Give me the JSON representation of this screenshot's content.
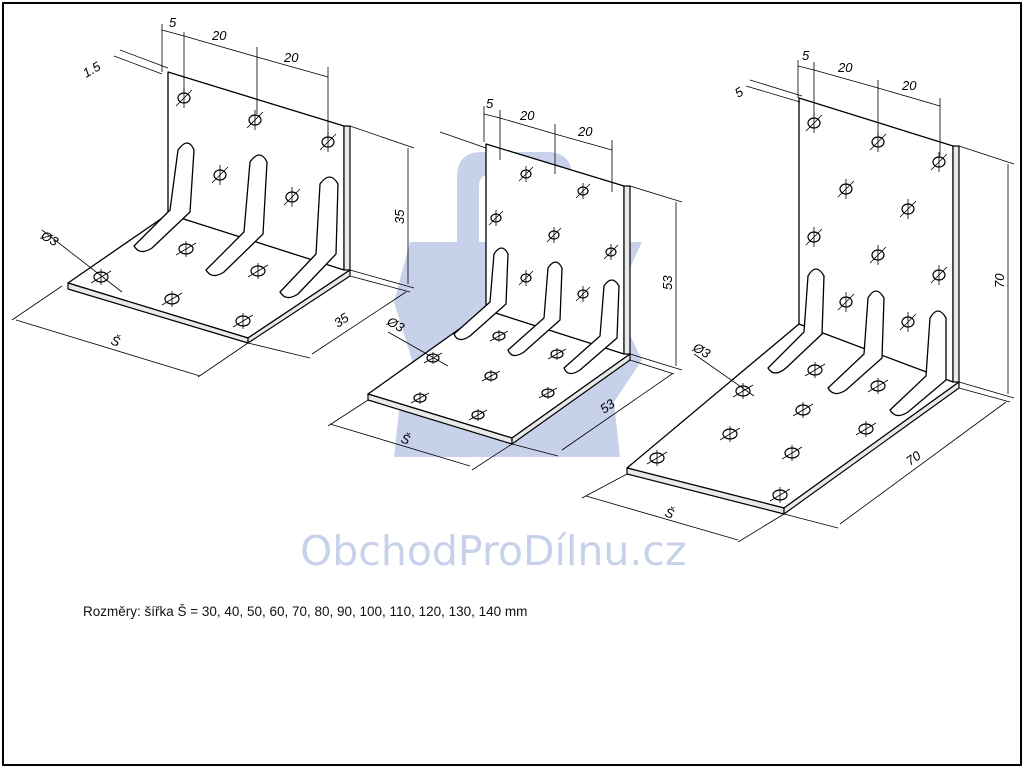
{
  "watermark": {
    "text": "ObchodProDílnu.cz",
    "color": "#c7d2ea"
  },
  "caption": "Rozměry: šířka Š = 30, 40, 50, 60, 70, 80, 90, 100, 110, 120, 130, 140 mm",
  "brackets": [
    {
      "id": "small",
      "dims": {
        "offset": "5",
        "pitch_a": "20",
        "pitch_b": "20",
        "thickness": "1.5",
        "hole": "Ø3",
        "height": "35",
        "depth": "35",
        "width": "Š"
      }
    },
    {
      "id": "medium",
      "dims": {
        "offset": "5",
        "pitch_a": "20",
        "pitch_b": "20",
        "hole": "Ø3",
        "height": "53",
        "depth": "53",
        "width": "Š"
      }
    },
    {
      "id": "large",
      "dims": {
        "offset": "5",
        "pitch_a": "20",
        "pitch_b": "20",
        "thickness": "5",
        "hole": "Ø3",
        "height": "70",
        "depth": "70",
        "width": "Š"
      }
    }
  ]
}
